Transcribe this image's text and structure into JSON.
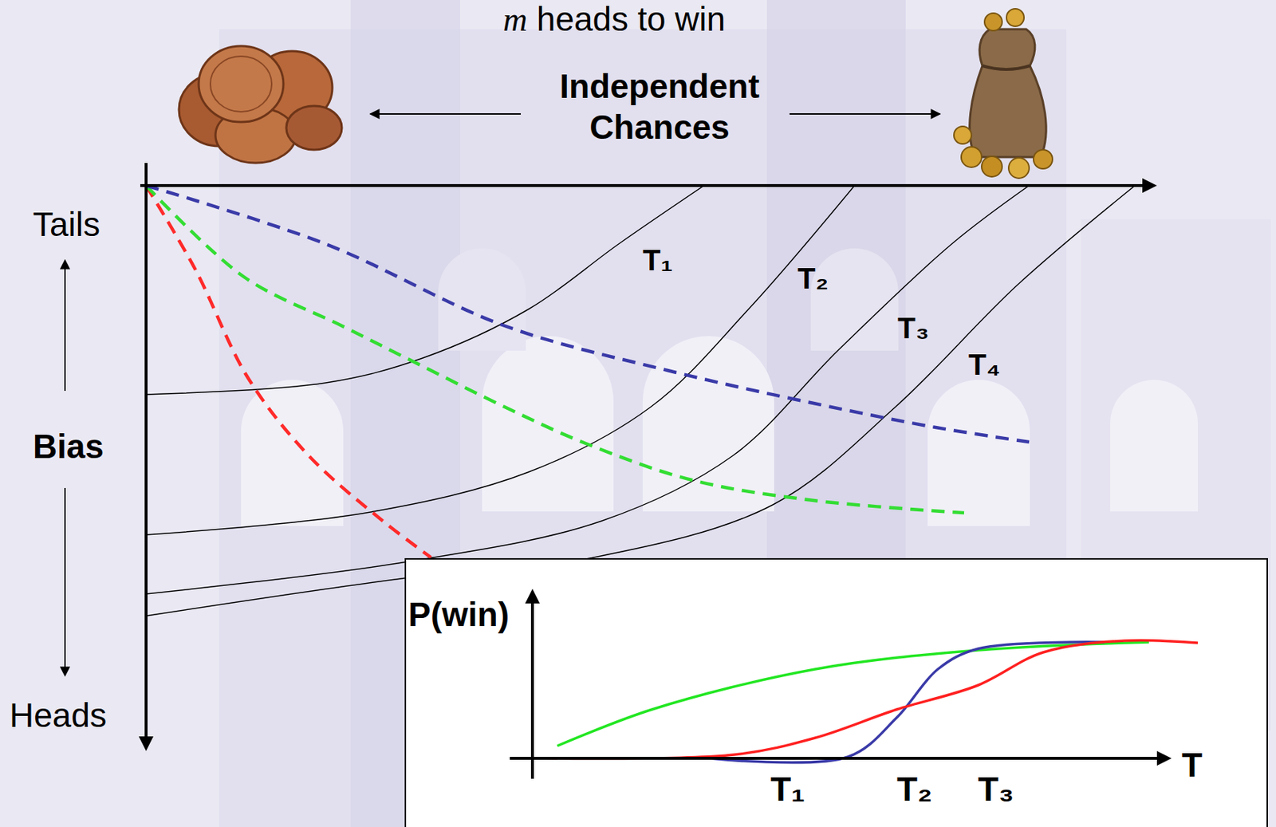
{
  "diagram": {
    "title": "m heads to win",
    "nodes": [
      {
        "text": [
          "P(win)",
          "T",
          "T₁",
          "T₂",
          "T₃"
        ]
      }
    ],
    "labels": [
      "Independent Chances",
      "Tails",
      "Bias",
      "Heads",
      "T₁",
      "T₂",
      "T₃",
      "T₄"
    ]
  }
}
